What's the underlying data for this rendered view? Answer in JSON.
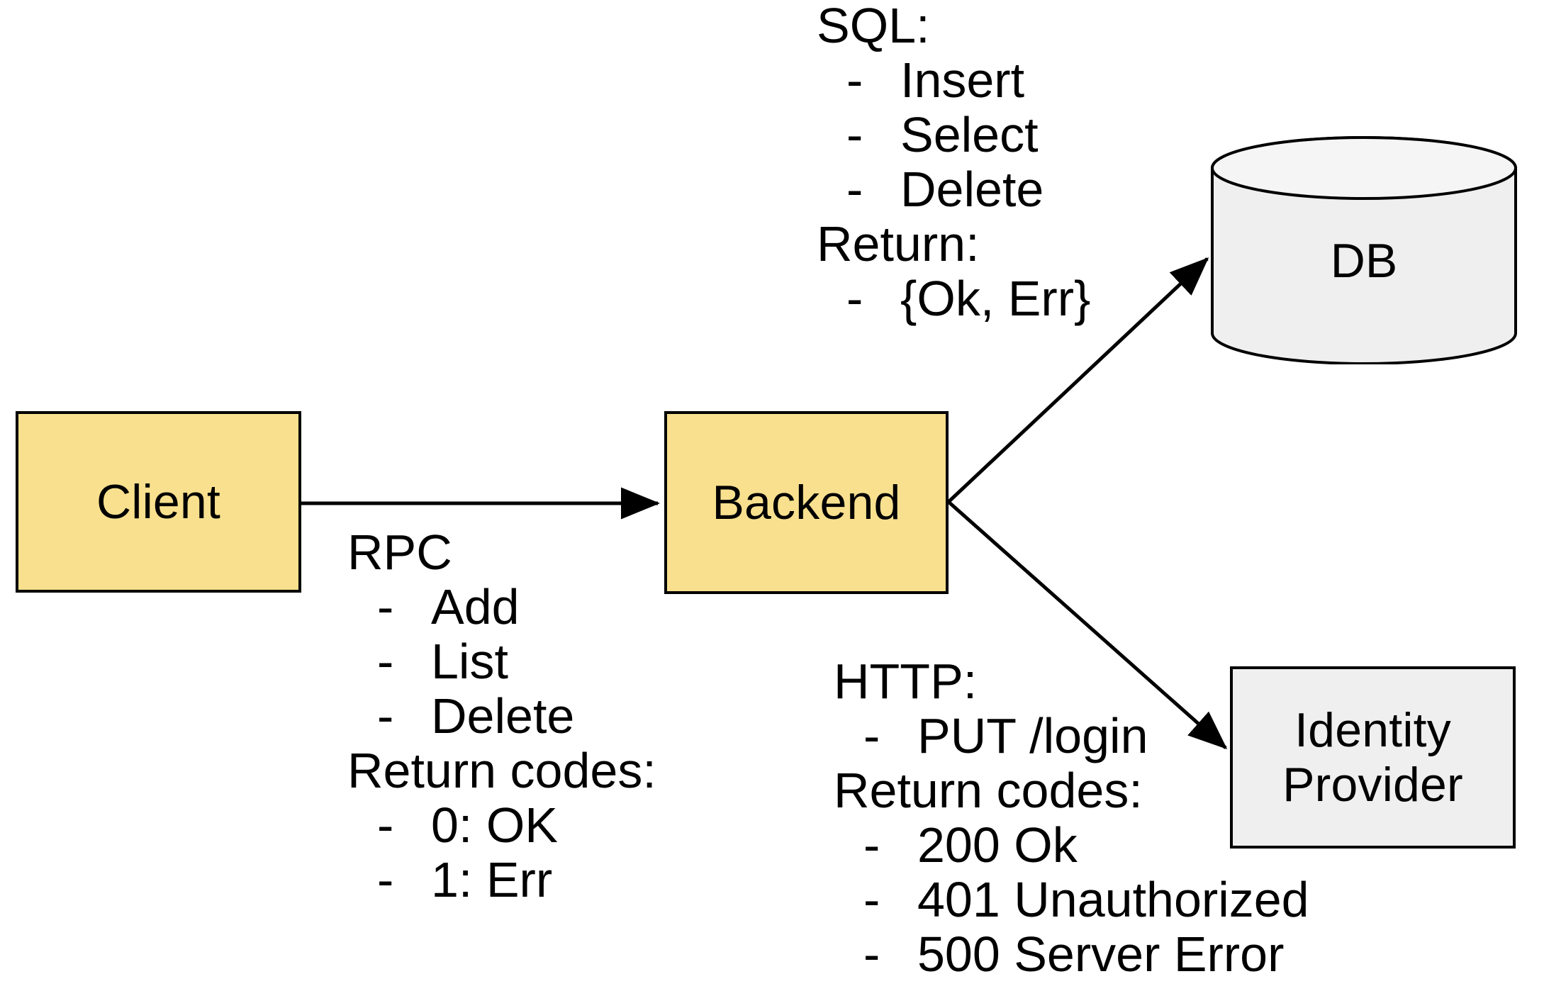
{
  "diagram": {
    "title": "Client / Backend architecture with DB and Identity Provider",
    "colors": {
      "node_yellow": "#F8E08E",
      "node_gray": "#EFEFEF",
      "stroke": "#000000",
      "background": "#FFFFFF"
    }
  },
  "nodes": {
    "client": {
      "label": "Client",
      "shape": "rectangle",
      "fill": "#F8E08E"
    },
    "backend": {
      "label": "Backend",
      "shape": "rectangle",
      "fill": "#F8E08E"
    },
    "db": {
      "label": "DB",
      "shape": "cylinder",
      "fill": "#EFEFEF"
    },
    "idp": {
      "label_line1": "Identity",
      "label_line2": "Provider",
      "shape": "rectangle",
      "fill": "#EFEFEF"
    }
  },
  "edges": [
    {
      "from": "client",
      "to": "backend",
      "annotation": "rpc",
      "arrow": "single"
    },
    {
      "from": "backend",
      "to": "db",
      "annotation": "sql",
      "arrow": "single"
    },
    {
      "from": "backend",
      "to": "idp",
      "annotation": "http",
      "arrow": "single"
    }
  ],
  "annotations": {
    "sql": {
      "heading": "SQL:",
      "items": [
        "Insert",
        "Select",
        "Delete"
      ],
      "return_heading": "Return:",
      "return_items": [
        "{Ok, Err}"
      ],
      "bullet": "-"
    },
    "rpc": {
      "heading": "RPC",
      "items": [
        "Add",
        "List",
        "Delete"
      ],
      "return_heading": "Return codes:",
      "return_items": [
        "0: OK",
        "1: Err"
      ],
      "bullet": "-"
    },
    "http": {
      "heading": "HTTP:",
      "items": [
        "PUT /login"
      ],
      "return_heading": "Return codes:",
      "return_items": [
        "200 Ok",
        "401 Unauthorized",
        "500 Server Error"
      ],
      "bullet": "-"
    }
  }
}
